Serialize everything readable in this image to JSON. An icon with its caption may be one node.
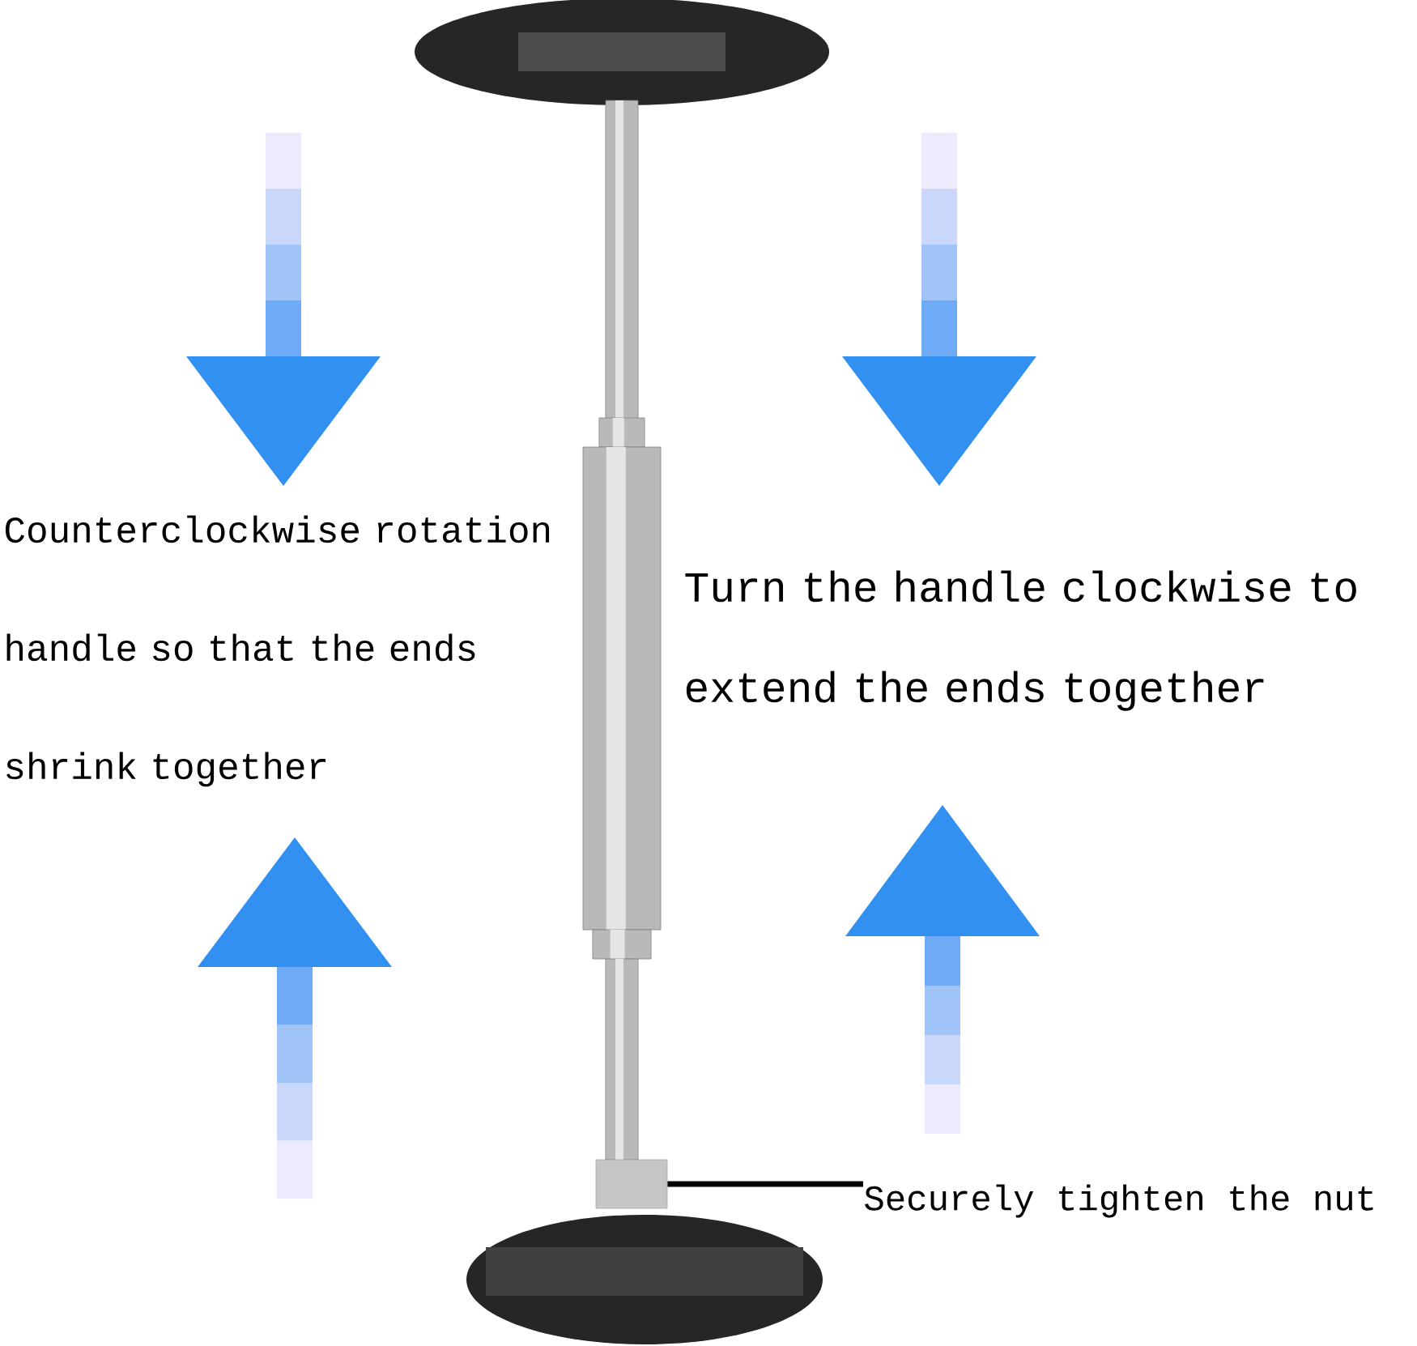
{
  "diagram": {
    "nodes": [
      {
        "text": [
          "Securely tighten the nut"
        ]
      },
      {
        "text": [],
        "shape": "box"
      }
    ],
    "edges": [
      {
        "from": 0,
        "to": 1,
        "arrow": "none"
      }
    ],
    "labels": [
      "Counterclockwise rotation handle so that the ends shrink together",
      "Turn the handle clockwise to extend the ends together"
    ]
  }
}
